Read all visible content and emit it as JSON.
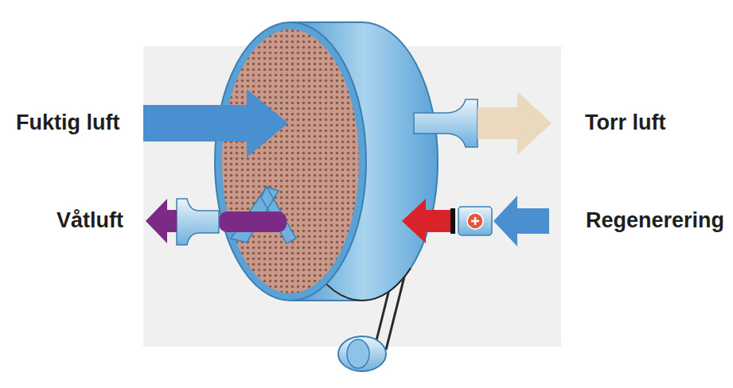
{
  "diagram": {
    "labels": [
      "Fuktig luft",
      "Torr luft",
      "Våtluft",
      "Regenerering"
    ]
  }
}
